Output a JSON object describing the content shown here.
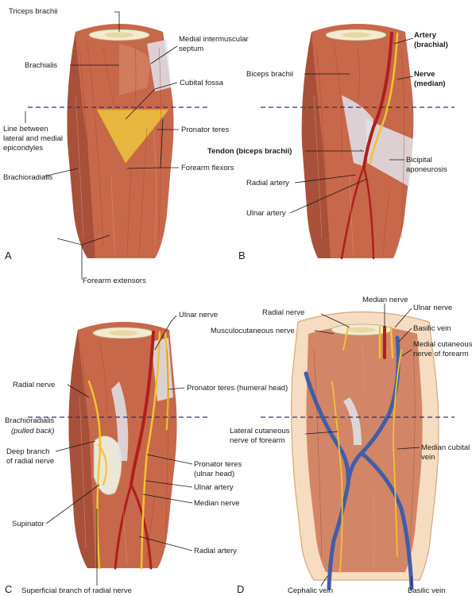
{
  "panels": {
    "a": {
      "letter": "A",
      "labels": {
        "triceps": "Triceps brachii",
        "medial_septum_1": "Medial intermuscular",
        "medial_septum_2": "septum",
        "brachialis": "Brachialis",
        "cubital_fossa": "Cubital fossa",
        "line_1": "Line between",
        "line_2": "lateral and medial",
        "line_3": "epicondyles",
        "pronator_teres": "Pronator teres",
        "forearm_flexors": "Forearm flexors",
        "brachioradialis": "Brachioradialis",
        "forearm_extensors": "Forearm extensors"
      }
    },
    "b": {
      "letter": "B",
      "labels": {
        "artery_1": "Artery",
        "artery_2": "(brachial)",
        "biceps": "Biceps brachii",
        "nerve_1": "Nerve",
        "nerve_2": "(median)",
        "tendon": "Tendon (biceps brachii)",
        "bicipital_1": "Bicipital",
        "bicipital_2": "aponeurosis",
        "radial_artery": "Radial artery",
        "ulnar_artery": "Ulnar artery"
      }
    },
    "c": {
      "letter": "C",
      "labels": {
        "ulnar_nerve": "Ulnar nerve",
        "radial_nerve": "Radial nerve",
        "pronator_humeral": "Pronator teres (humeral head)",
        "brachioradialis": "Brachioradialis",
        "pulled_back": "(pulled back)",
        "deep_branch_1": "Deep branch",
        "deep_branch_2": "of radial nerve",
        "pronator_ulnar_1": "Pronator teres",
        "pronator_ulnar_2": "(ulnar head)",
        "ulnar_artery": "Ulnar artery",
        "median_nerve": "Median nerve",
        "supinator": "Supinator",
        "radial_artery": "Radial artery",
        "superficial_branch": "Superficial branch of radial nerve"
      }
    },
    "d": {
      "letter": "D",
      "labels": {
        "median_nerve": "Median nerve",
        "radial_nerve": "Radial nerve",
        "ulnar_nerve": "Ulnar nerve",
        "musculocutaneous": "Musculocutaneous nerve",
        "basilic_vein_top": "Basilic vein",
        "medial_cut_1": "Medial cutaneous",
        "medial_cut_2": "nerve of forearm",
        "lateral_cut_1": "Lateral cutaneous",
        "lateral_cut_2": "nerve of forearm",
        "median_cubital_1": "Median cubital",
        "median_cubital_2": "vein",
        "cephalic_vein": "Cephalic vein",
        "basilic_vein_bottom": "Basilic vein"
      }
    }
  },
  "colors": {
    "muscle": "#c7684a",
    "artery": "#b01e1e",
    "nerve": "#f2c230",
    "vein": "#3f5fa8",
    "fossa": "#f2d23c",
    "dashed_line": "#2a3570"
  }
}
